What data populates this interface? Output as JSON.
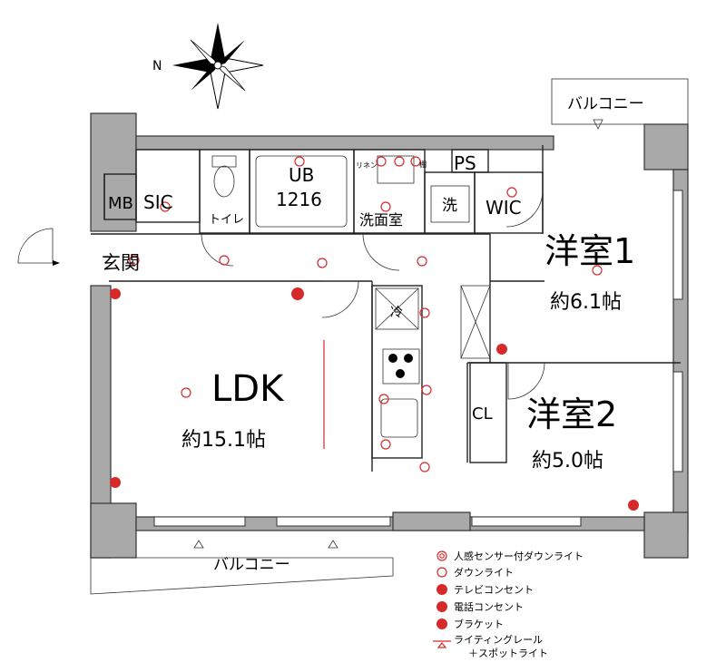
{
  "compass": {
    "north_label": "N"
  },
  "rooms": {
    "balcony_top": "バルコニー",
    "balcony_bottom": "バルコニー",
    "mb": "MB",
    "sic": "SIC",
    "toilet": "トイレ",
    "ub_line1": "UB",
    "ub_line2": "1216",
    "wash_room": "洗面室",
    "wash_machine": "洗",
    "linen": "リネン",
    "shelf": "棚",
    "ps": "PS",
    "wic": "WIC",
    "entrance": "玄関",
    "western1": "洋室1",
    "western1_size": "約6.1帖",
    "western2": "洋室2",
    "western2_size": "約5.0帖",
    "ldk": "LDK",
    "ldk_size": "約15.1帖",
    "fridge": "冷",
    "closet": "CL"
  },
  "legend": [
    {
      "icon": "motion-sensor-downlight-icon",
      "label": "人感センサー付ダウンライト"
    },
    {
      "icon": "downlight-icon",
      "label": "ダウンライト"
    },
    {
      "icon": "tv-outlet-icon",
      "label": "テレビコンセント"
    },
    {
      "icon": "phone-outlet-icon",
      "label": "電話コンセント"
    },
    {
      "icon": "bracket-light-icon",
      "label": "ブラケット"
    },
    {
      "icon": "lighting-rail-icon",
      "label": "ライティングレール",
      "label2": "＋スポットライト"
    }
  ],
  "colors": {
    "wall": "#a9a9a9",
    "fixture": "#d62a2a",
    "line": "#222222"
  }
}
